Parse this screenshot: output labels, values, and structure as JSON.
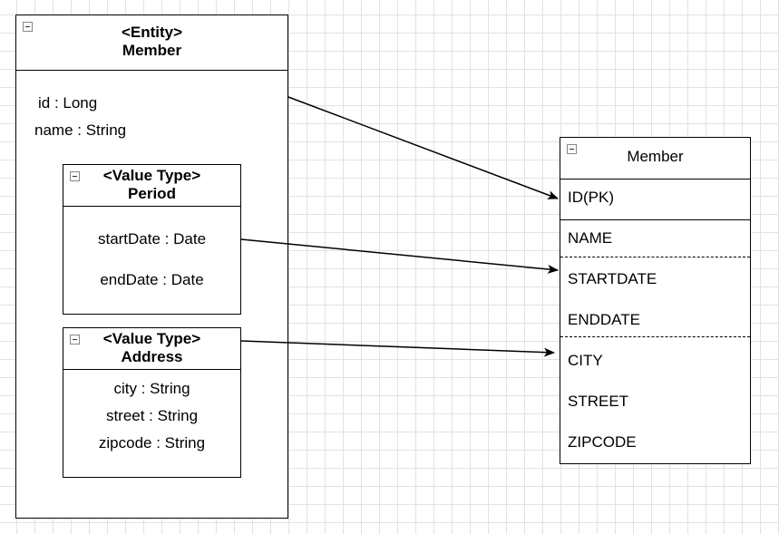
{
  "entity": {
    "stereotype": "<Entity>",
    "name": "Member",
    "fields": [
      "id : Long",
      "name : String"
    ]
  },
  "period": {
    "stereotype": "<Value Type>",
    "name": "Period",
    "fields": [
      "startDate : Date",
      "endDate : Date"
    ]
  },
  "address": {
    "stereotype": "<Value Type>",
    "name": "Address",
    "fields": [
      "city : String",
      "street : String",
      "zipcode : String"
    ]
  },
  "table": {
    "name": "Member",
    "columns": [
      "ID(PK)",
      "NAME",
      "STARTDATE",
      "ENDDATE",
      "CITY",
      "STREET",
      "ZIPCODE"
    ]
  }
}
